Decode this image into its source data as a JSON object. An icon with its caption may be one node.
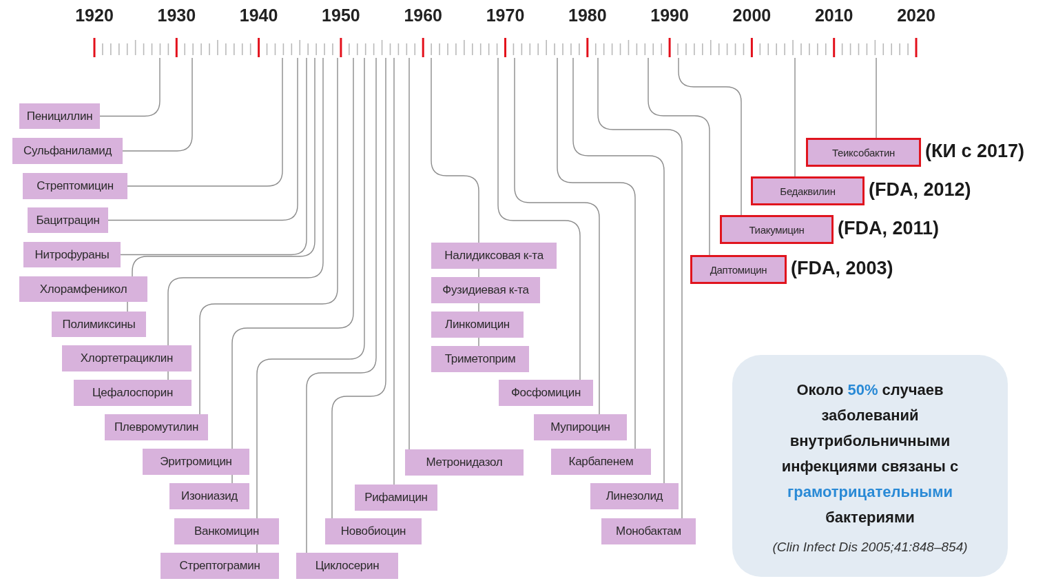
{
  "diagram": {
    "nodes": [
      {
        "text": [
          "Пенициллин"
        ]
      },
      {
        "text": [
          "Сульфаниламид"
        ]
      },
      {
        "text": [
          "Стрептомицин"
        ]
      },
      {
        "text": [
          "Бацитрацин"
        ]
      },
      {
        "text": [
          "Нитрофураны"
        ]
      },
      {
        "text": [
          "Хлорамфеникол"
        ]
      },
      {
        "text": [
          "Полимиксины"
        ]
      },
      {
        "text": [
          "Хлортетрациклин"
        ]
      },
      {
        "text": [
          "Цефалоспорин"
        ]
      },
      {
        "text": [
          "Плевромутилин"
        ]
      },
      {
        "text": [
          "Эритромицин"
        ]
      },
      {
        "text": [
          "Изониазид"
        ]
      },
      {
        "text": [
          "Ванкомицин"
        ]
      },
      {
        "text": [
          "Стрептограмин"
        ]
      },
      {
        "text": [
          "Циклосерин"
        ]
      },
      {
        "text": [
          "Новобиоцин"
        ]
      },
      {
        "text": [
          "Рифамицин"
        ]
      },
      {
        "text": [
          "Метронидазол"
        ]
      },
      {
        "text": [
          "Налидиксовая к-та"
        ]
      },
      {
        "text": [
          "Фузидиевая к-та"
        ]
      },
      {
        "text": [
          "Линкомицин"
        ]
      },
      {
        "text": [
          "Триметоприм"
        ]
      },
      {
        "text": [
          "Фосфомицин"
        ]
      },
      {
        "text": [
          "Мупироцин"
        ]
      },
      {
        "text": [
          "Карбапенем"
        ]
      },
      {
        "text": [
          "Линезолид"
        ]
      },
      {
        "text": [
          "Монобактам"
        ]
      },
      {
        "text": [
          "Теиксобактин"
        ],
        "beside": [
          "(КИ с 2017)"
        ]
      },
      {
        "text": [
          "Бедаквилин"
        ],
        "beside": [
          "(FDA, 2012)"
        ]
      },
      {
        "text": [
          "Тиакумицин"
        ],
        "beside": [
          "(FDA, 2011)"
        ]
      },
      {
        "text": [
          "Даптомицин"
        ],
        "beside": [
          "(FDA, 2003)"
        ]
      },
      {
        "text": [
          "Около **50%** случаев заболеваний внутрибольничными инфекциями связаны с **грамотрицательными** бактериями",
          "(Clin Infect Dis 2005;41:848–854)"
        ]
      }
    ],
    "edges": [
      {
        "from": 0,
        "to": null,
        "arrow": "none"
      },
      {
        "from": 1,
        "to": null,
        "arrow": "none"
      },
      {
        "from": 2,
        "to": null,
        "arrow": "none"
      },
      {
        "from": 3,
        "to": null,
        "arrow": "none"
      },
      {
        "from": 4,
        "to": null,
        "arrow": "none"
      },
      {
        "from": 5,
        "to": null,
        "arrow": "none"
      },
      {
        "from": 5,
        "to": 6,
        "arrow": "none"
      },
      {
        "from": 7,
        "to": null,
        "arrow": "none"
      },
      {
        "from": 7,
        "to": 8,
        "arrow": "none"
      },
      {
        "from": 9,
        "to": null,
        "arrow": "none"
      },
      {
        "from": 10,
        "to": null,
        "arrow": "none"
      },
      {
        "from": 10,
        "to": 11,
        "arrow": "none"
      },
      {
        "from": 12,
        "to": null,
        "arrow": "none"
      },
      {
        "from": 12,
        "to": 13,
        "arrow": "none"
      },
      {
        "from": 14,
        "to": null,
        "arrow": "none"
      },
      {
        "from": 15,
        "to": null,
        "arrow": "none"
      },
      {
        "from": 16,
        "to": null,
        "arrow": "none"
      },
      {
        "from": 17,
        "to": null,
        "arrow": "none"
      },
      {
        "from": 18,
        "to": null,
        "arrow": "none"
      },
      {
        "from": 18,
        "to": 19,
        "arrow": "none"
      },
      {
        "from": 19,
        "to": 20,
        "arrow": "none"
      },
      {
        "from": 20,
        "to": 21,
        "arrow": "none"
      },
      {
        "from": 22,
        "to": null,
        "arrow": "none"
      },
      {
        "from": 23,
        "to": null,
        "arrow": "none"
      },
      {
        "from": 24,
        "to": null,
        "arrow": "none"
      },
      {
        "from": 25,
        "to": null,
        "arrow": "none"
      },
      {
        "from": 26,
        "to": null,
        "arrow": "none"
      },
      {
        "from": 27,
        "to": null,
        "arrow": "none"
      },
      {
        "from": 28,
        "to": null,
        "arrow": "none"
      },
      {
        "from": 29,
        "to": null,
        "arrow": "none"
      },
      {
        "from": 30,
        "to": null,
        "arrow": "none"
      }
    ],
    "labels": [
      "1920",
      "1930",
      "1940",
      "1950",
      "1960",
      "1970",
      "1980",
      "1990",
      "2000",
      "2010",
      "2020"
    ]
  }
}
